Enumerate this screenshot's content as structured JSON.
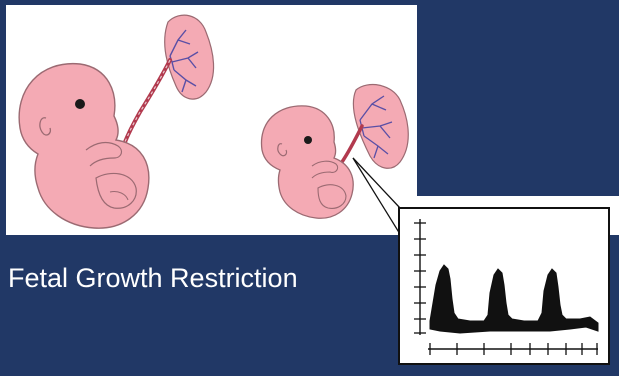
{
  "caption": "Fetal Growth Restriction",
  "colors": {
    "background": "#213866",
    "panel": "#ffffff",
    "skin": "#f4aab4",
    "skin_outline": "#9b6a72",
    "cord": "#b23a4e",
    "vessel": "#5a4fa6",
    "waveform": "#111111"
  },
  "figures": [
    {
      "name": "normal-fetus",
      "description": "fetus-with-placenta"
    },
    {
      "name": "growth-restricted-fetus",
      "description": "small-fetus-with-placenta"
    }
  ],
  "doppler": {
    "type": "umbilical-artery-waveform",
    "peaks": 3,
    "y_ticks": 8,
    "x_ticks": 9
  }
}
